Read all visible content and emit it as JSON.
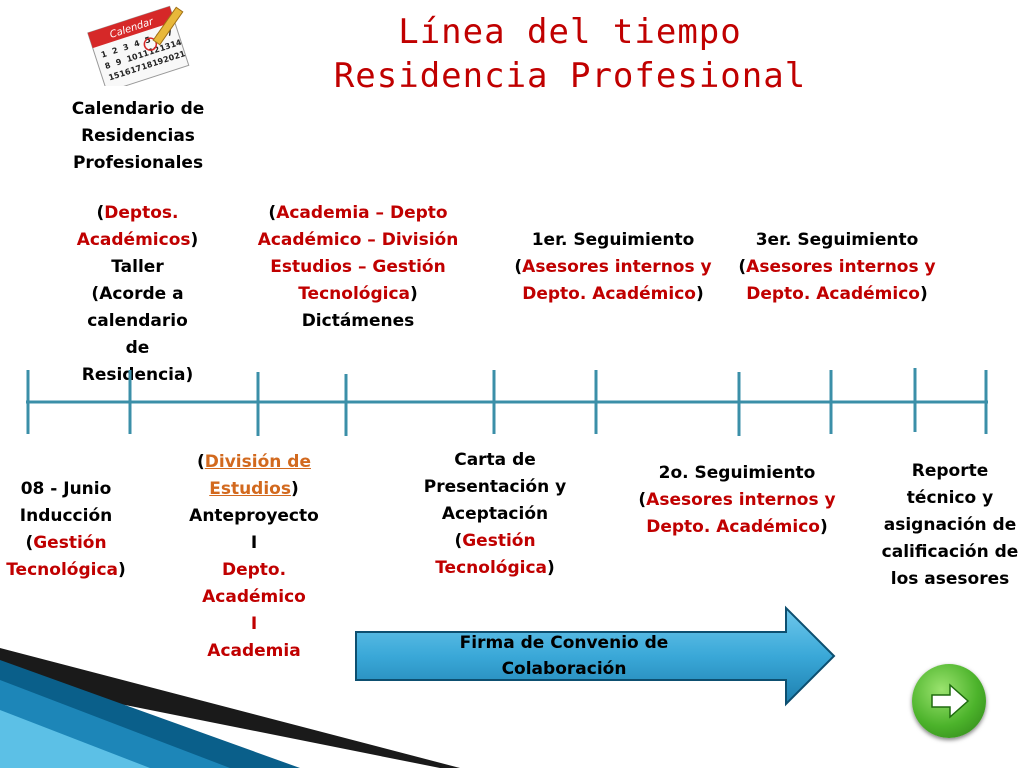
{
  "title": {
    "line1": "Línea del tiempo",
    "line2": "Residencia Profesional"
  },
  "icons": {
    "calendar_header": "Calendar",
    "calendar_numbers": [
      "1",
      "2",
      "3",
      "4",
      "5",
      "6",
      "7",
      "8",
      "9",
      "10",
      "11",
      "12",
      "13",
      "14",
      "15",
      "16",
      "17",
      "18",
      "19",
      "20",
      "21"
    ]
  },
  "colors": {
    "title": "#c00000",
    "highlight_red": "#c00000",
    "highlight_orange": "#d2691e",
    "timeline": "#3b8fa8",
    "arrow_fill": "#3aa8d8",
    "next_button": "#4cb32b"
  },
  "top_items": {
    "calendario": "Calendario de Residencias Profesionales",
    "taller": {
      "open": "(",
      "org": "Deptos. Académicos",
      "close": ")",
      "rest": [
        "Taller",
        "(Acorde a",
        "calendario",
        "de",
        "Residencia)"
      ]
    },
    "dictamenes": {
      "open": "(",
      "org": "Academia – Depto Académico – División Estudios – Gestión Tecnológica",
      "close": ")",
      "rest": "Dictámenes"
    },
    "seguimiento1": {
      "label": "1er. Seguimiento",
      "open": "(",
      "org": "Asesores internos y Depto. Académico",
      "close": ")"
    },
    "seguimiento3": {
      "label": "3er. Seguimiento",
      "open": "(",
      "org": "Asesores internos y Depto. Académico",
      "close": ")"
    }
  },
  "bottom_items": {
    "induccion": {
      "line1": "08 - Junio",
      "line2": "Inducción",
      "open": "(",
      "org": "Gestión Tecnológica",
      "close": ")"
    },
    "anteproyecto": {
      "open": "(",
      "org": "División de Estudios",
      "close": ")",
      "line": "Anteproyecto",
      "sep1": "I",
      "dept": "Depto. Académico",
      "sep2": "I",
      "academia": "Academia"
    },
    "carta": {
      "text": "Carta de Presentación y Aceptación",
      "open": "(",
      "org": "Gestión Tecnológica",
      "close": ")"
    },
    "seguimiento2": {
      "label": "2o. Seguimiento",
      "open": "(",
      "org": "Asesores internos y Depto. Académico",
      "close": ")"
    },
    "reporte": "Reporte técnico y asignación de calificación de los asesores"
  },
  "convenio": "Firma de Convenio de Colaboración"
}
